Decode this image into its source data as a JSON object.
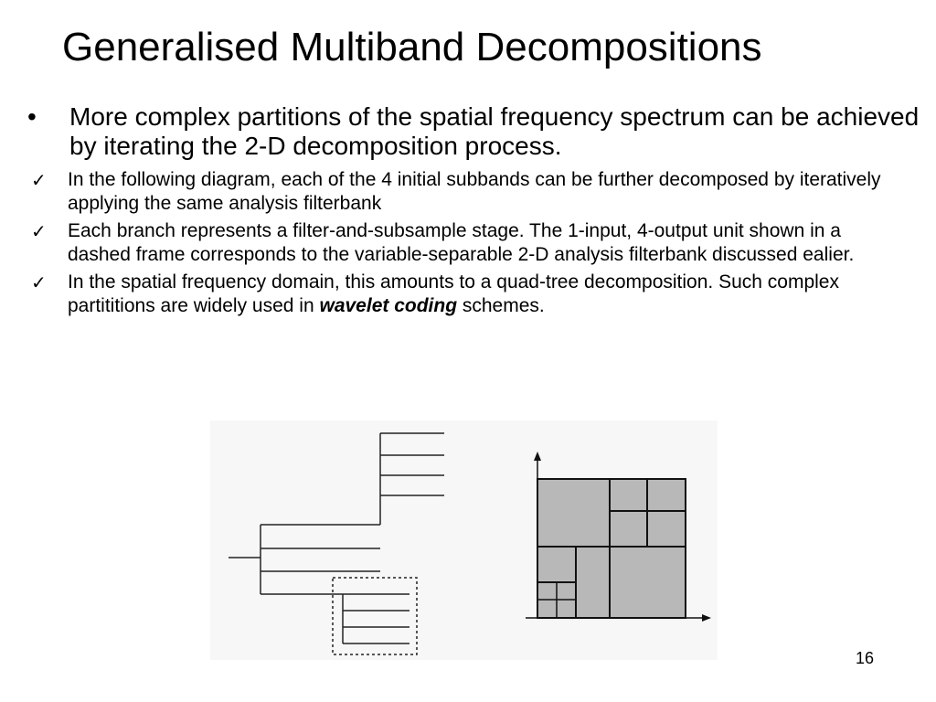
{
  "slide": {
    "title": "Generalised Multiband Decompositions",
    "main_bullet": "More complex partitions of the spatial frequency spectrum can be achieved by iterating the 2-D decomposition process.",
    "sub_bullets": [
      {
        "text": "In the following diagram, each of the 4 initial subbands can be further decomposed by iteratively applying the same analysis filterbank"
      },
      {
        "text": "Each branch represents a filter-and-subsample stage. The 1-input, 4-output unit shown in a dashed frame corresponds to the variable-separable 2-D analysis filterbank discussed ealier."
      },
      {
        "text_before": "In the spatial frequency domain, this amounts to a quad-tree decomposition. Such complex partititions are widely used in ",
        "emphasis": "wavelet coding",
        "text_after": " schemes."
      }
    ],
    "page_number": "16"
  },
  "icons": {
    "main_bullet": "bullet-dot-icon",
    "sub_bullet": "checkmark-icon"
  },
  "colors": {
    "text": "#000000",
    "background": "#ffffff",
    "quadtree_fill": "#b8b8b8",
    "figure_background": "#f7f7f7"
  }
}
